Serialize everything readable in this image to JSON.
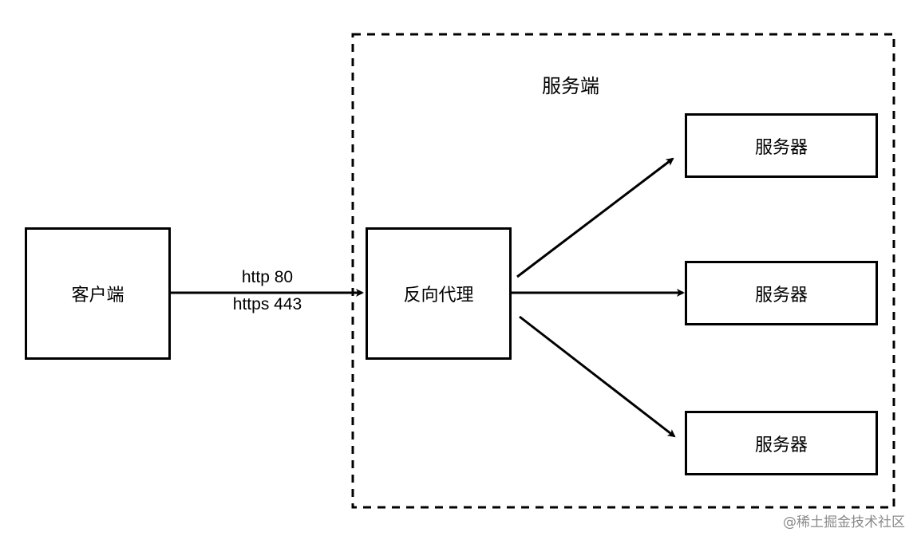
{
  "group": {
    "title": "服务端"
  },
  "nodes": {
    "client": "客户端",
    "proxy": "反向代理",
    "servers": [
      "服务器",
      "服务器",
      "服务器"
    ]
  },
  "edges": {
    "client_to_proxy": {
      "label_line1": "http 80",
      "label_line2": "https 443"
    }
  },
  "watermark": "@稀土掘金技术社区"
}
